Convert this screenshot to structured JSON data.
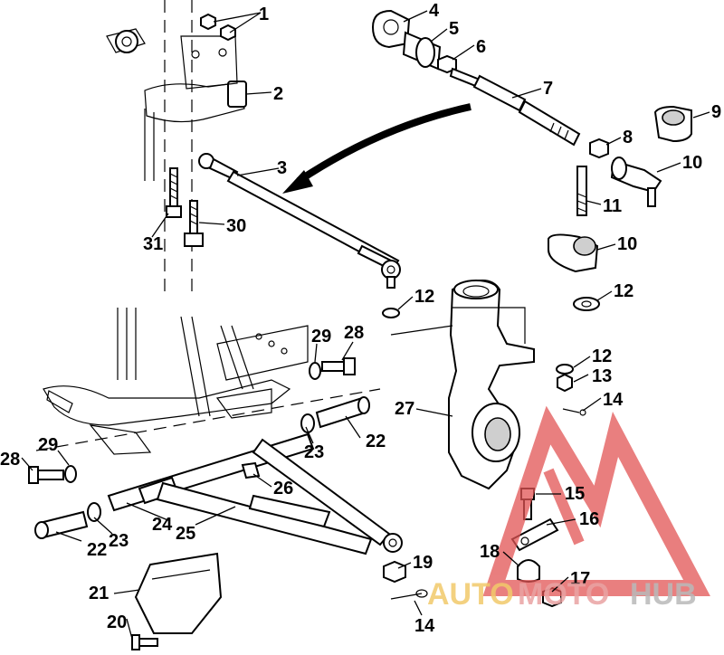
{
  "callouts": [
    "1",
    "2",
    "3",
    "4",
    "5",
    "6",
    "7",
    "8",
    "9",
    "10",
    "10",
    "11",
    "12",
    "12",
    "12",
    "13",
    "14",
    "14",
    "15",
    "16",
    "17",
    "18",
    "19",
    "20",
    "21",
    "22",
    "22",
    "23",
    "23",
    "24",
    "25",
    "26",
    "27",
    "28",
    "28",
    "29",
    "29",
    "30",
    "31"
  ],
  "watermark": {
    "auto": "AUTO",
    "moto": "MOTO",
    "hub": "HUB",
    "color_auto": "#f2c96b",
    "color_moto": "#e9a3a3",
    "color_hub": "#b9b9b9",
    "color_logo": "#e25454"
  }
}
